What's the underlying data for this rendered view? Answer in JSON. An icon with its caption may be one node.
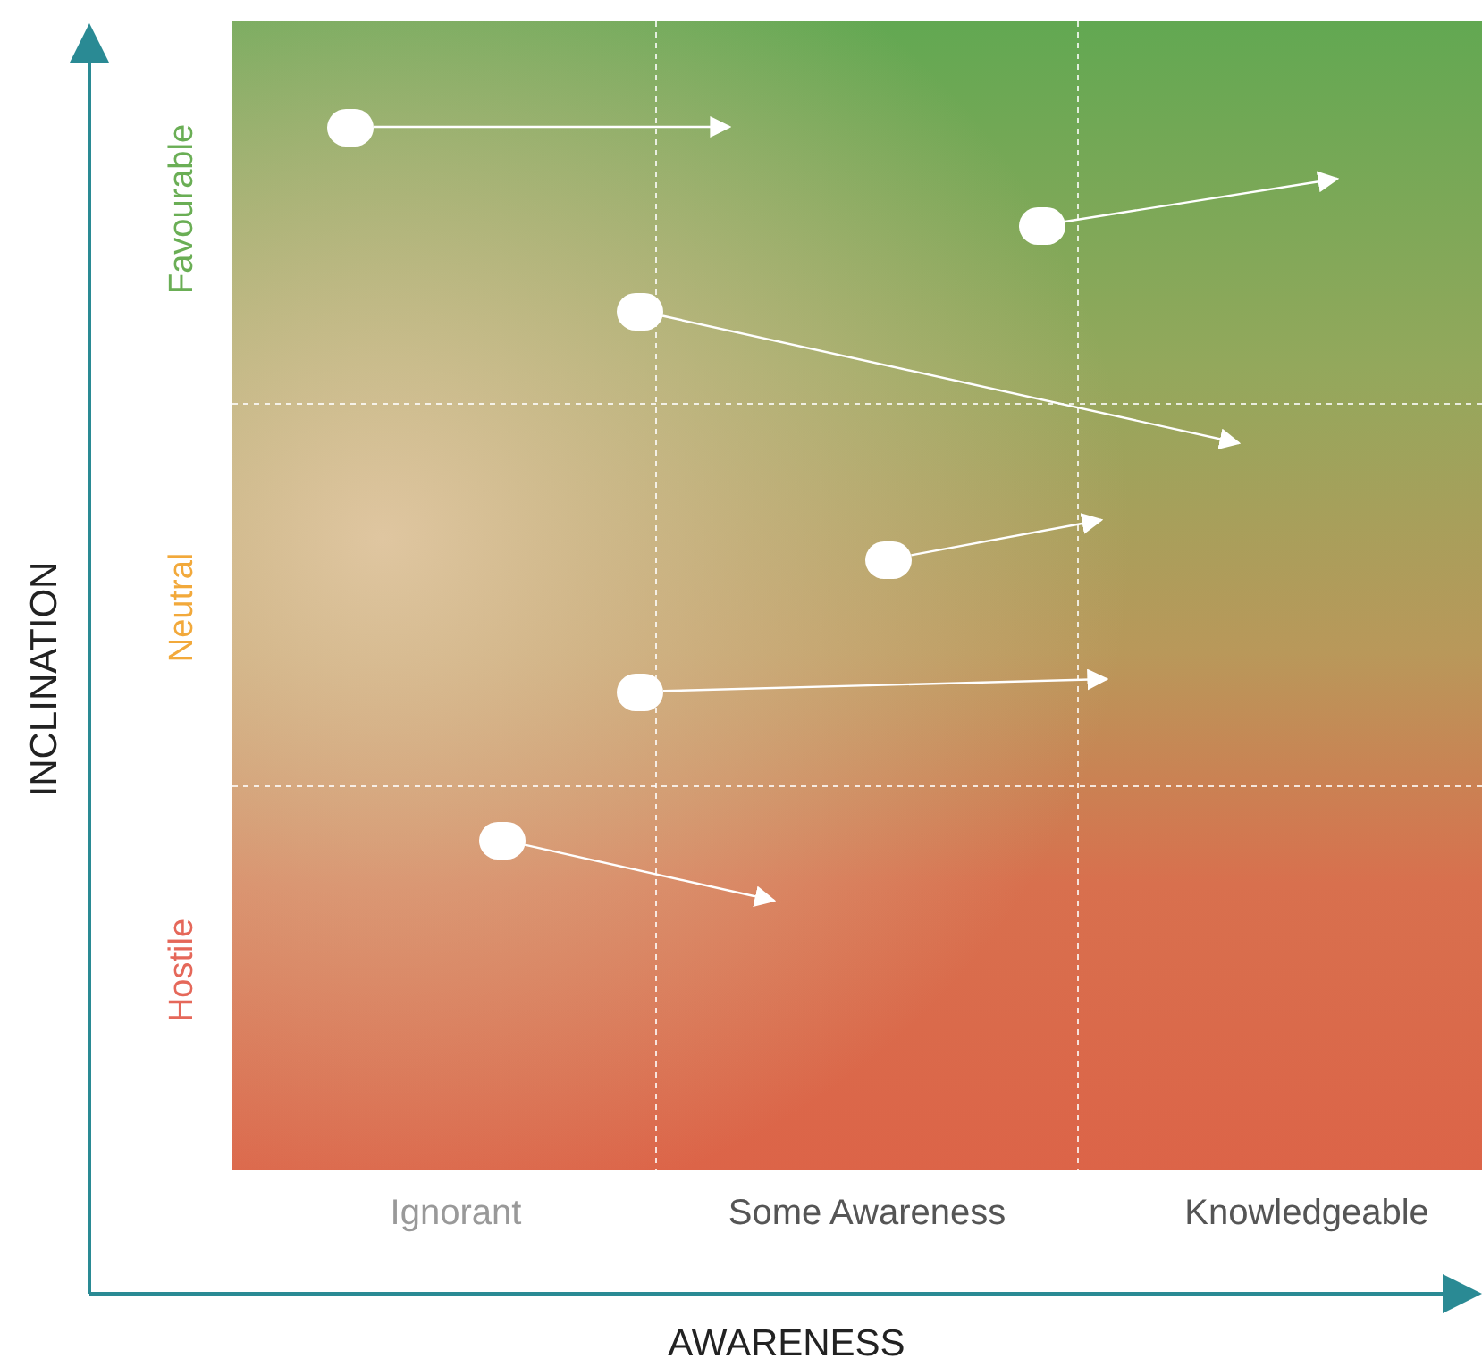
{
  "diagram": {
    "nodes": [
      {
        "text": [],
        "shape": "circle"
      },
      {
        "text": [],
        "shape": "circle"
      },
      {
        "text": [],
        "shape": "circle"
      },
      {
        "text": [],
        "shape": "circle"
      },
      {
        "text": [],
        "shape": "circle"
      },
      {
        "text": [],
        "shape": "circle"
      }
    ],
    "edges": [
      {
        "from": 0,
        "to": null,
        "arrow": "to"
      },
      {
        "from": 1,
        "to": null,
        "arrow": "to"
      },
      {
        "from": 2,
        "to": null,
        "arrow": "to"
      },
      {
        "from": 3,
        "to": null,
        "arrow": "to"
      },
      {
        "from": 4,
        "to": null,
        "arrow": "to"
      },
      {
        "from": 5,
        "to": null,
        "arrow": "to"
      }
    ],
    "labels": [
      "Favourable",
      "INCLINATION",
      "Neutral",
      "Hostile",
      "Ignorant",
      "Some Awareness",
      "Knowledgeable",
      "AWARENESS"
    ]
  }
}
